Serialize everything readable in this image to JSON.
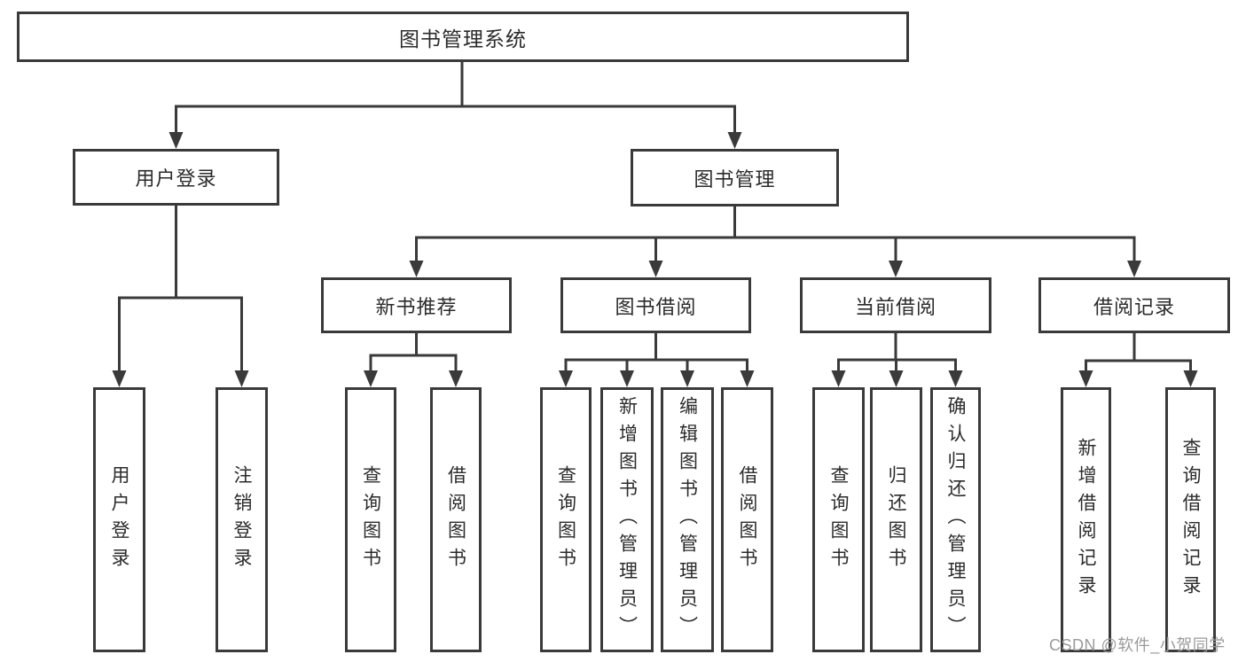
{
  "diagram_type": "hierarchy-tree",
  "colors": {
    "line": "#3a3a3a",
    "box_border": "#3a3a3a",
    "box_background": "#ffffff",
    "text": "#2b2b2b",
    "watermark": "#9b9b9b",
    "background": "#ffffff"
  },
  "watermark": {
    "text": "CSDN @软件_小贺同学"
  },
  "nodes": {
    "root": {
      "label": "图书管理系统"
    },
    "login": {
      "label": "用户登录"
    },
    "manage": {
      "label": "图书管理"
    },
    "new_book": {
      "label": "新书推荐"
    },
    "book_borrow": {
      "label": "图书借阅"
    },
    "current_borrow": {
      "label": "当前借阅"
    },
    "borrow_records": {
      "label": "借阅记录"
    },
    "login_leaf": {
      "label": "用户登录"
    },
    "logout_leaf": {
      "label": "注销登录"
    },
    "nb_query_books": {
      "label": "查询图书"
    },
    "nb_borrow_books": {
      "label": "借阅图书"
    },
    "bb_query_books": {
      "label": "查询图书"
    },
    "bb_add_books": {
      "label": "新增图书（管理员）"
    },
    "bb_edit_books": {
      "label": "编辑图书（管理员）"
    },
    "bb_borrow_books": {
      "label": "借阅图书"
    },
    "cb_query_books": {
      "label": "查询图书"
    },
    "cb_return_books": {
      "label": "归还图书"
    },
    "cb_confirm_return": {
      "label": "确认归还（管理员）"
    },
    "br_add_record": {
      "label": "新增借阅记录"
    },
    "br_query_record": {
      "label": "查询借阅记录"
    }
  },
  "hierarchy": {
    "图书管理系统": {
      "用户登录": [
        "用户登录",
        "注销登录"
      ],
      "图书管理": {
        "新书推荐": [
          "查询图书",
          "借阅图书"
        ],
        "图书借阅": [
          "查询图书",
          "新增图书（管理员）",
          "编辑图书（管理员）",
          "借阅图书"
        ],
        "当前借阅": [
          "查询图书",
          "归还图书",
          "确认归还（管理员）"
        ],
        "借阅记录": [
          "新增借阅记录",
          "查询借阅记录"
        ]
      }
    }
  }
}
